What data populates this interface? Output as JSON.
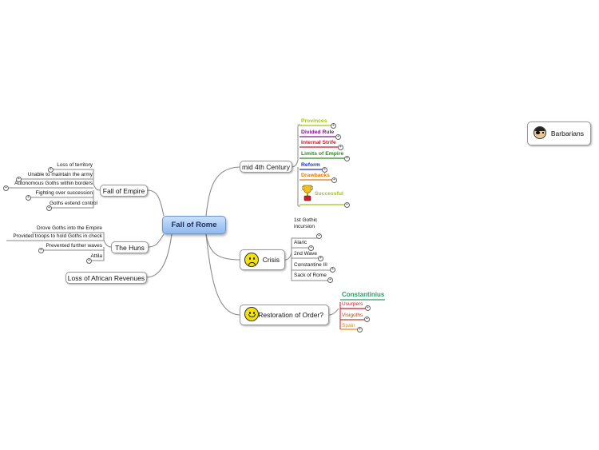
{
  "central": "Fall of Rome",
  "left_branches": {
    "fall_of_empire": {
      "label": "Fall of Empire",
      "children": [
        "Loss of territory",
        "Unable to maintain the army",
        "Autonomous Goths within borders",
        "Fighting over succession",
        "Goths extend control"
      ]
    },
    "the_huns": {
      "label": "The Huns",
      "children": [
        "Drove Goths into the Empire",
        "Provided troops to hold Goths in check",
        "Prevented further waves",
        "Attila"
      ]
    },
    "loss_african": {
      "label": "Loss of African Revenues"
    }
  },
  "right_branches": {
    "mid4th": {
      "label": "mid 4th Century",
      "children": [
        {
          "text": "Provinces",
          "color": "#9ec31a"
        },
        {
          "text": "Divided Rule",
          "color": "#7a1a8c"
        },
        {
          "text": "Internal Strife",
          "color": "#cc1b2a"
        },
        {
          "text": "Limits of Empire",
          "color": "#2a8a1e"
        },
        {
          "text": "Reform",
          "color": "#1f2fc9"
        },
        {
          "text": "Drawbacks",
          "color": "#e0780f"
        },
        {
          "text": "Successful",
          "color": "#9ec31a"
        }
      ]
    },
    "crisis": {
      "label": "Crisis",
      "children": [
        "1st Gothic incursion",
        "Alaric",
        "2nd Wave",
        "Constantine III",
        "Sack of Rome"
      ]
    },
    "restoration": {
      "label": "Restoration of Order?",
      "header": "Constantinius",
      "header_color": "#2f9a6a",
      "children": [
        {
          "text": "Usurpers",
          "color": "#cc1b2a"
        },
        {
          "text": "Visigoths",
          "color": "#b4471e"
        },
        {
          "text": "Spain",
          "color": "#e08a1e"
        }
      ]
    }
  },
  "floating": {
    "label": "Barbarians",
    "icon": "pirate-icon"
  },
  "icons": {
    "crisis": "sad-face-icon",
    "restoration": "happy-face-icon",
    "successful": "trophy-icon",
    "expand": "plus-icon"
  },
  "colors": {
    "central_fill": "#9cc3f2",
    "link": "#8a8a8a"
  }
}
